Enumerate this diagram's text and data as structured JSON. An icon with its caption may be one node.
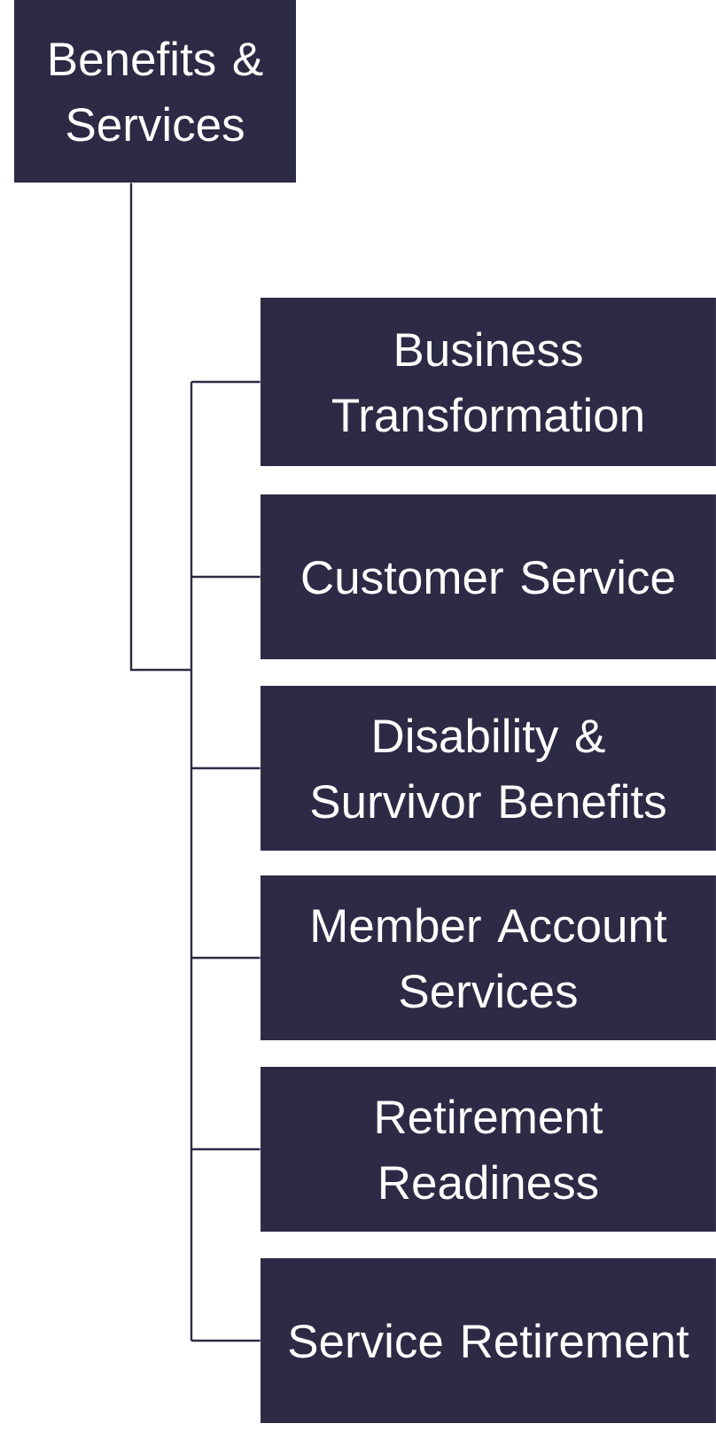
{
  "diagram": {
    "nodes": [
      {
        "text": [
          "Benefits & Services"
        ]
      },
      {
        "text": [
          "Business Transformation"
        ]
      },
      {
        "text": [
          "Customer Service"
        ]
      },
      {
        "text": [
          "Disability & Survivor Benefits"
        ]
      },
      {
        "text": [
          "Member Account Services"
        ]
      },
      {
        "text": [
          "Retirement Readiness"
        ]
      },
      {
        "text": [
          "Service Retirement"
        ]
      }
    ],
    "edges": [
      {
        "from": 0,
        "to": 1,
        "arrow": "none"
      },
      {
        "from": 0,
        "to": 2,
        "arrow": "none"
      },
      {
        "from": 0,
        "to": 3,
        "arrow": "none"
      },
      {
        "from": 0,
        "to": 4,
        "arrow": "none"
      },
      {
        "from": 0,
        "to": 5,
        "arrow": "none"
      },
      {
        "from": 0,
        "to": 6,
        "arrow": "none"
      }
    ]
  }
}
